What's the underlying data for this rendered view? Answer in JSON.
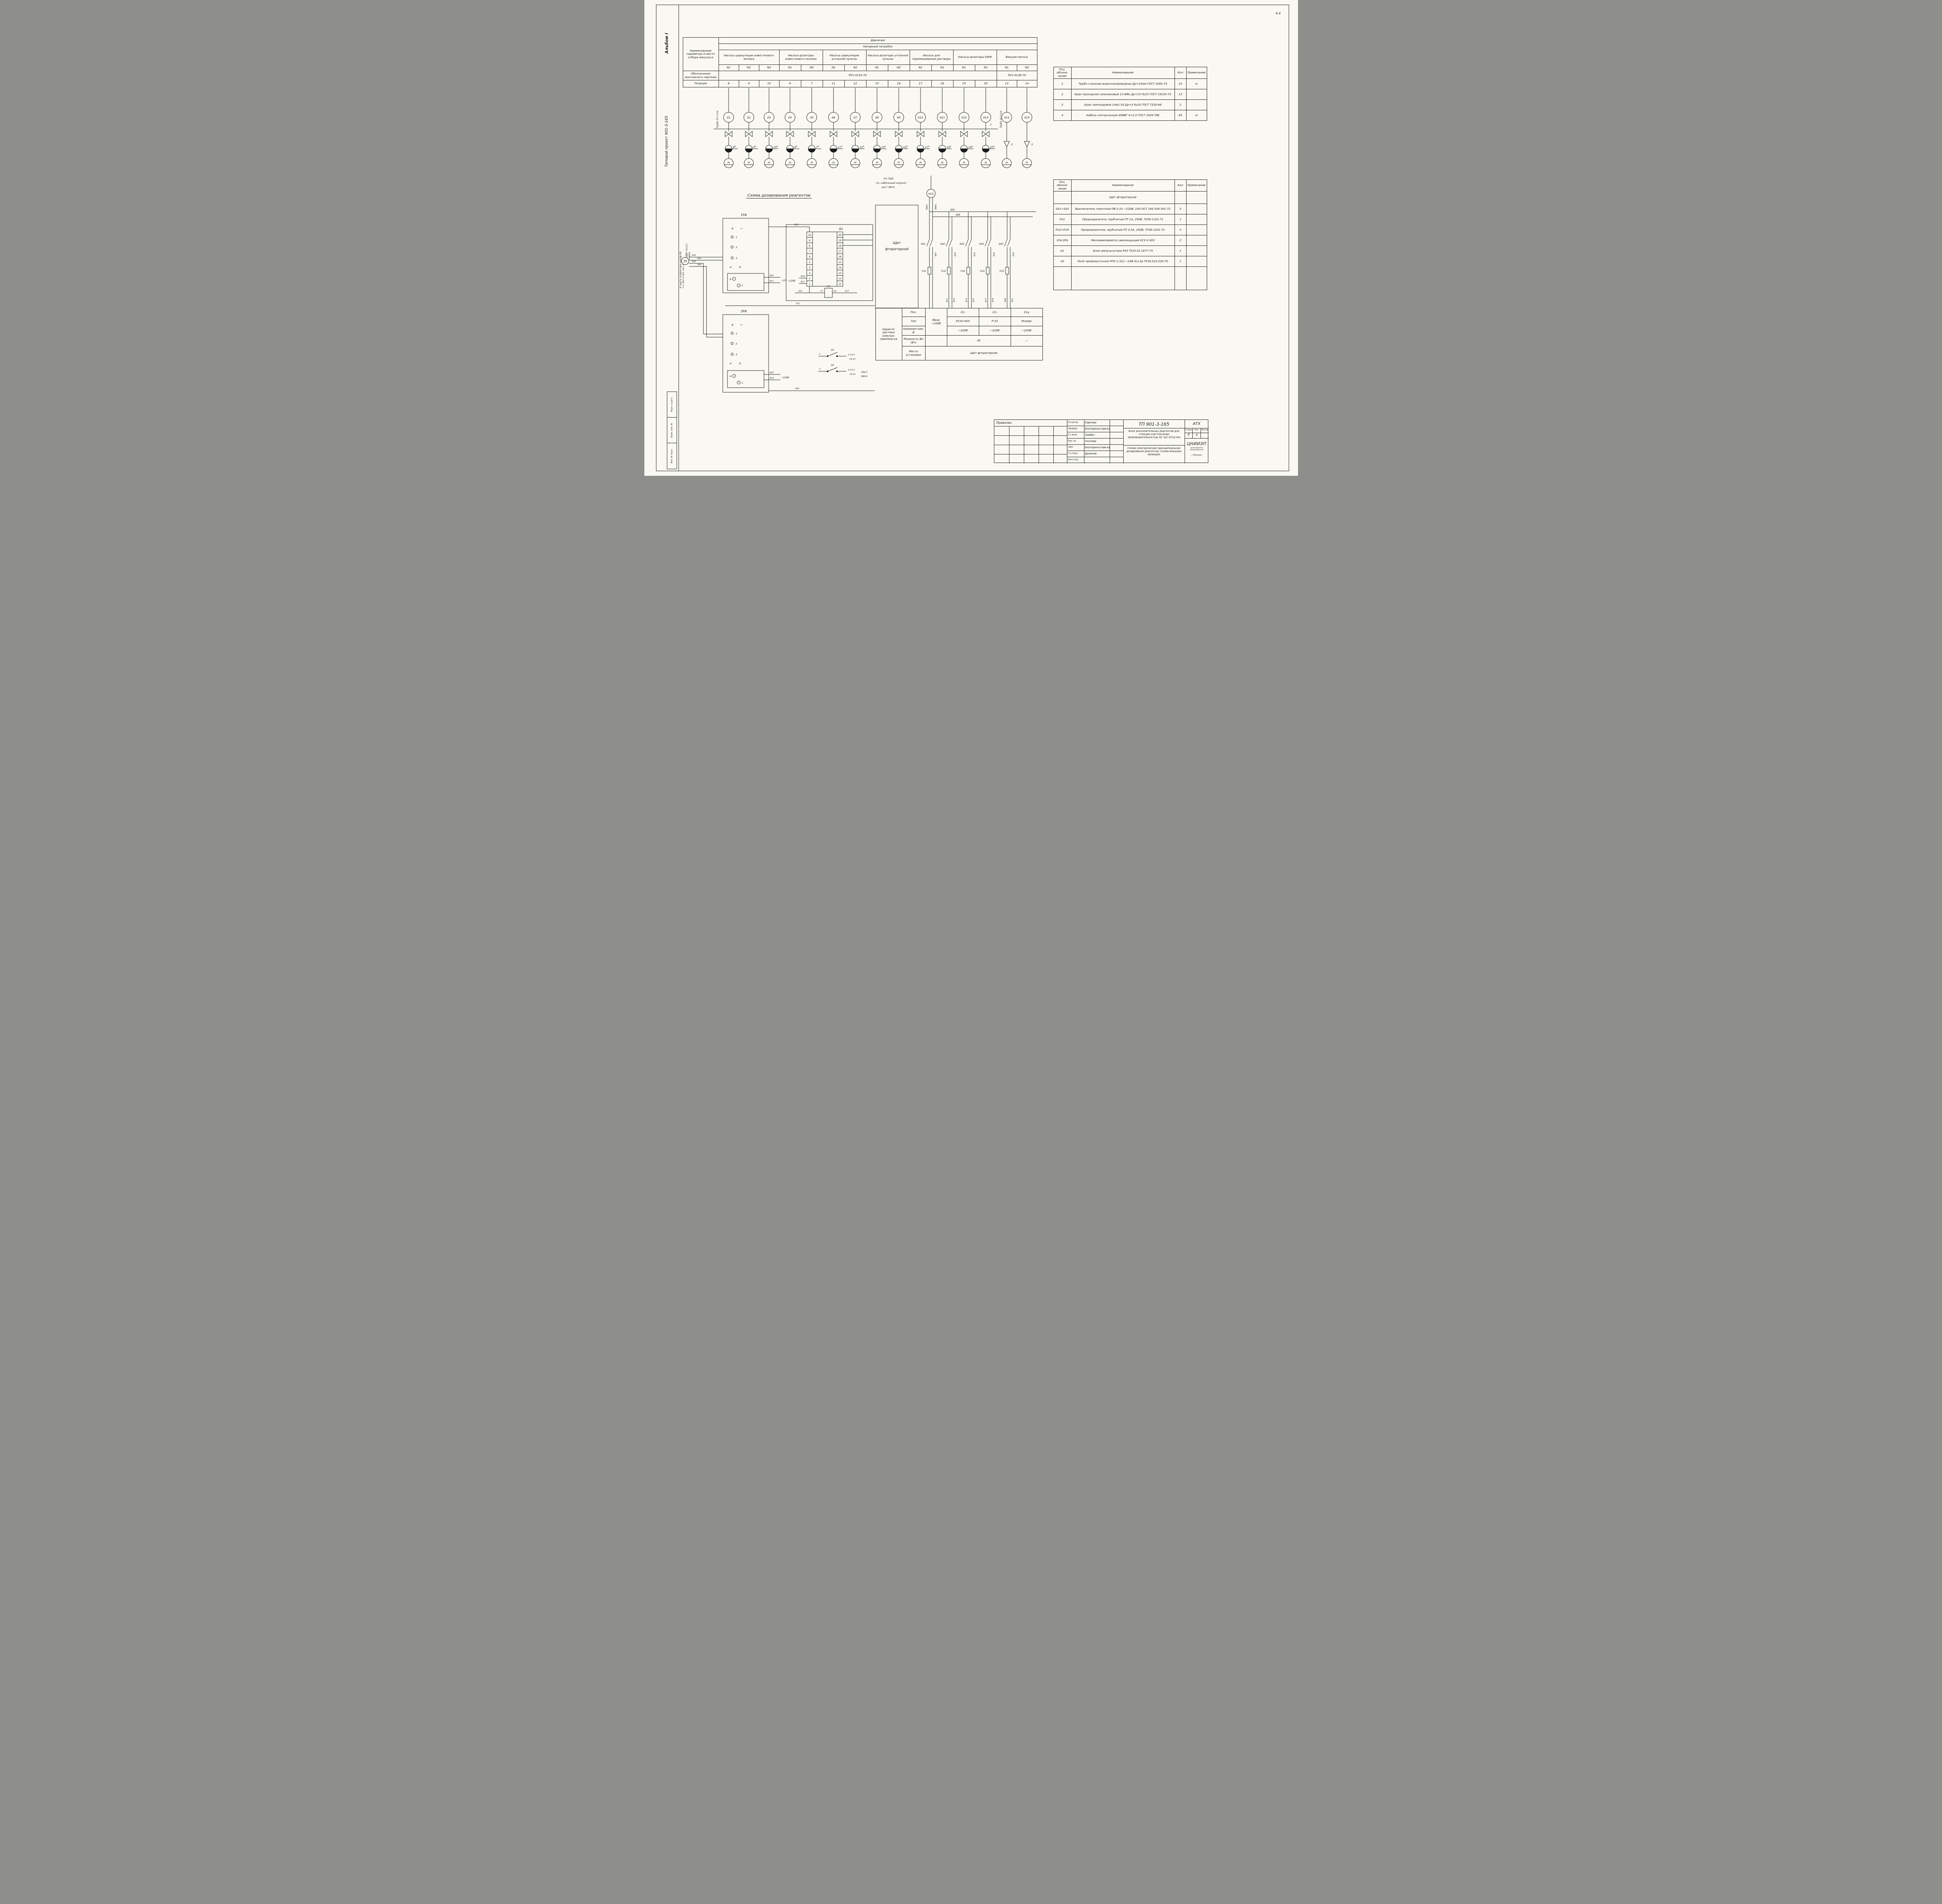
{
  "page": {
    "corner_mark": "6.4",
    "album_label": "Альбом I",
    "project_label": "Типовой проект 901-3-165",
    "stamp_labels": [
      "Подп. и дата",
      "Взам. инв. №",
      "Инв. № подл."
    ]
  },
  "pressure_table": {
    "param_header": "Наименование параметра и место отбора импульса",
    "davlenie": "Давление",
    "patrubok": "Напорный патрубок",
    "groups": [
      {
        "label": "Насосы циркуляции известкового молока",
        "cols": [
          "N1",
          "N2",
          "N3"
        ]
      },
      {
        "label": "Насосы-дозаторы известкового молока",
        "cols": [
          "N1",
          "N2"
        ]
      },
      {
        "label": "Насосы циркуляции угольной пульпы",
        "cols": [
          "N1",
          "N2"
        ]
      },
      {
        "label": "Насосы-дозаторы угольной пульпы",
        "cols": [
          "N1",
          "N2"
        ]
      },
      {
        "label": "Насосы для перемешивания раствора",
        "cols": [
          "N1",
          "N2"
        ]
      },
      {
        "label": "Насосы-дозаторы КФМ",
        "cols": [
          "N1",
          "N2"
        ]
      },
      {
        "label": "Вакуум-насосы",
        "cols": [
          "N1",
          "N2"
        ]
      }
    ],
    "oboznachenie_label": "Обозначение монтажного чертежа",
    "oboznachenie_values": [
      "ТКЧ-3152-70",
      "ТКЧ-3136-70"
    ],
    "position_label": "Позиция",
    "positions": [
      "8",
      "9",
      "10",
      "6",
      "7",
      "11",
      "12",
      "15",
      "16",
      "17",
      "18",
      "19",
      "20",
      "13",
      "14"
    ]
  },
  "schematic": {
    "pipe_label_left": "Труба 15  l≈1м",
    "pipe_label_right": "Труба 15  l≈1м",
    "bubbles": [
      "01",
      "02",
      "03",
      "04",
      "05",
      "06",
      "07",
      "08",
      "09",
      "010",
      "011",
      "012",
      "013",
      "014",
      "015"
    ],
    "valve_tags": [
      "8д",
      "9д",
      "10д",
      "6д",
      "7д",
      "11д",
      "12д",
      "15д",
      "16д",
      "17д",
      "18д",
      "19д",
      "20д"
    ],
    "gauge_label": "PI",
    "pos2_note": "2",
    "pos3_note": "3"
  },
  "materials_table": {
    "headers": [
      "Поз. обозна-чение",
      "Наименование",
      "Кол",
      "Примечание"
    ],
    "rows": [
      {
        "pos": "1",
        "name": "Труба стальная водогазопроводная Ду=15мм  ГОСТ 3262-75",
        "qty": "15",
        "note": "м"
      },
      {
        "pos": "2",
        "name": "Кран проходной сальниковый 11ч6бк Ду=15 Ру10 ГОСТ 19193-73",
        "qty": "13",
        "note": ""
      },
      {
        "pos": "3",
        "name": "Кран трехходовой 14м1-16  Ду=3 Ру16  ГОСТ 7520-66",
        "qty": "2",
        "note": ""
      },
      {
        "pos": "4",
        "name": "Кабель контрольный АКВВГ 4×2,5 ГОСТ 1509-78Е",
        "qty": "65",
        "note": "м"
      }
    ]
  },
  "equipment_table": {
    "headers": [
      "Поз. обозна-чение",
      "Наименование",
      "Кол",
      "Примечание"
    ],
    "section_title": "Щит фтораторной",
    "rows": [
      {
        "pos": "SA1÷SA5",
        "name": "Выключатель пакетный ПВ-2-10 ~220В; 10А  ОСТ 160 526 001-72",
        "qty": "5",
        "note": ""
      },
      {
        "pos": "FU1",
        "name": "Предохранитель трубчатый ПТ 1А, 250В, ТУ36-1101-71",
        "qty": "1",
        "note": ""
      },
      {
        "pos": "FU2÷FU5",
        "name": "Предохранитель трубчатый ПТ 0,5А, 250В, ТУ36-1101-71",
        "qty": "4",
        "note": ""
      },
      {
        "pos": "1РА;2РА",
        "name": "Миллиамперметр самопишущий КСУ-2-003",
        "qty": "2",
        "note": ""
      },
      {
        "pos": "А1",
        "name": "Блок импульсатора Р33 ТУ25.02.1677-74",
        "qty": "1",
        "note": ""
      },
      {
        "pos": "1К",
        "name": "Реле промежуточное РПУ-1-312 ~24В 6з+2р ТУ16.523.020-70",
        "qty": "1",
        "note": ""
      }
    ]
  },
  "dosing": {
    "title": "Схема дозирования реагентов",
    "operator_note": [
      "К щиту оператора шкаф N1",
      "Т.п. 901-3-165, лист АТХ-8"
    ],
    "cable_note": [
      "АКВВГ 4×2,5",
      "l=65м"
    ],
    "node": "35",
    "wires_left": [
      "305",
      "302",
      "303",
      "304"
    ],
    "wire_311": "311",
    "wire_304": "304",
    "pa1": {
      "label": "1РА",
      "plus": "+",
      "minus": "−",
      "terminals": [
        "1",
        "2",
        "3"
      ],
      "a": "А",
      "b": "Б",
      "n": "N",
      "t": "Т",
      "wires": [
        "812",
        "811"
      ],
      "voltage": "~220В"
    },
    "pa2": {
      "label": "2РА",
      "plus": "+",
      "minus": "−",
      "terminals": [
        "1",
        "2",
        "3"
      ],
      "a": "А",
      "b": "Б",
      "n": "N",
      "t": "1",
      "wires": [
        "815",
        "814"
      ],
      "voltage": "~220В"
    },
    "a1": {
      "label": "А1",
      "left_pins": [
        "10",
        "9",
        "8",
        "7",
        "6",
        "5",
        "4",
        "3",
        "2",
        "1"
      ],
      "right_pins": [
        "20",
        "19",
        "18",
        "17",
        "16",
        "15",
        "14",
        "13",
        "12",
        "11"
      ],
      "wire_top": "307",
      "voltage": "~220В",
      "v_wires": [
        "818",
        "817"
      ],
      "relay": "1К",
      "bottom_wires": [
        "315",
        "317"
      ],
      "bottom_pins": [
        "17",
        "18"
      ]
    },
    "contacts": [
      {
        "label": "1К",
        "pin_l": "1",
        "ref": "2  14-3",
        "ref2": "14-11"
      },
      {
        "label": "1К",
        "pin_l": "3",
        "ref": "4  15-3",
        "ref2": "15-11"
      }
    ],
    "sheet_note": [
      "Лист",
      "ЭМ-5"
    ]
  },
  "shield": {
    "from_note": [
      "От ГШУ",
      "см. кабельный журнал",
      "лист ЭМ-6"
    ],
    "n22": "Н22",
    "phase_labels": [
      "А801",
      "N801"
    ],
    "bus_labels": [
      "800",
      "809"
    ],
    "box_label": [
      "Щит",
      "фтораторной"
    ],
    "switches": [
      "SA1",
      "SA2",
      "SA3",
      "SA4",
      "SA5"
    ],
    "switch_wires": [
      "807",
      "810",
      "813",
      "816",
      "819"
    ],
    "fuses": [
      "FU1",
      "FU2",
      "FU3",
      "FU4",
      "FU5"
    ],
    "bottom_wires": [
      "811",
      "812",
      "814",
      "815",
      "817",
      "818",
      "820",
      "821"
    ]
  },
  "load_table": {
    "left_header": "Характе-ристика электро-приемни-ка",
    "row_labels": [
      "Поз.",
      "Тип",
      "Напряже-ние, В",
      "Мощность ВА (Вт)",
      "Место установки"
    ],
    "vvod": "Ввод",
    "vvod_voltage": "~220В",
    "cols": [
      {
        "pos": "21₁",
        "type": "КСУ2-003",
        "voltage": "~220В"
      },
      {
        "pos": "21₂",
        "type": "Р-33",
        "voltage": "~220В"
      },
      {
        "pos": "21д",
        "type": "Резерв",
        "voltage": "~220В"
      }
    ],
    "power": "30",
    "power_dash": "—",
    "location": "Щит фтораторной"
  },
  "titleblock": {
    "privyazan": "Привязан",
    "signatures": [
      {
        "role": "Н.контр.",
        "name": "Карпова"
      },
      {
        "role": "Провер.",
        "name": "Екатеринославская"
      },
      {
        "role": "Ст.инж.",
        "name": "Зимбат"
      },
      {
        "role": "Рук.гр.",
        "name": "Хохлова"
      },
      {
        "role": "ГИП",
        "name": "Екатеринославская"
      },
      {
        "role": "Гл.спец",
        "name": "Данилов"
      },
      {
        "role": "Нач.отд.",
        "name": ""
      }
    ],
    "doc_number": "ТП 901-3-165",
    "doc_code": "АТХ",
    "object": "Блок дополнительных реагентов для станции очистки воды производительностью 32 тыс м³/сутки",
    "sheet_title": "Схема электрическая принципиальная дозирования реагентов. Схема внешних проводок",
    "stage_label": "Стадия",
    "sheet_label": "Лист",
    "sheets_label": "Листов",
    "stage": "Р",
    "sheet": "4",
    "sheets": "",
    "org": "ЦНИИЭП",
    "org2": "инженерного оборудования",
    "org3": "г.Москва"
  }
}
